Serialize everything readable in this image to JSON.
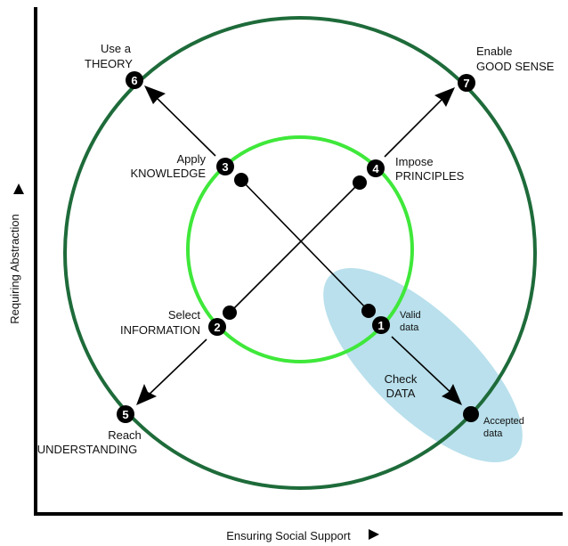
{
  "axes": {
    "x_label": "Ensuring Social Support",
    "y_label": "Requiring Abstraction"
  },
  "nodes": [
    {
      "id": "1",
      "lines": [
        "Valid",
        "data"
      ]
    },
    {
      "id": "2",
      "lines": [
        "Select",
        "INFORMATION"
      ]
    },
    {
      "id": "3",
      "lines": [
        "Apply",
        "KNOWLEDGE"
      ]
    },
    {
      "id": "4",
      "lines": [
        "Impose",
        "PRINCIPLES"
      ]
    },
    {
      "id": "5",
      "lines": [
        "Reach",
        "UNDERSTANDING"
      ]
    },
    {
      "id": "6",
      "lines": [
        "Use a",
        "THEORY"
      ]
    },
    {
      "id": "7",
      "lines": [
        "Enable",
        "GOOD SENSE"
      ]
    }
  ],
  "annotations": {
    "check_data": [
      "Check",
      "DATA"
    ],
    "accepted_data": [
      "Accepted",
      "data"
    ]
  },
  "colors": {
    "outer_circle": "#1e6b3a",
    "inner_circle": "#3fe83a",
    "ellipse": "#b9e0ec",
    "ink": "#000000"
  }
}
